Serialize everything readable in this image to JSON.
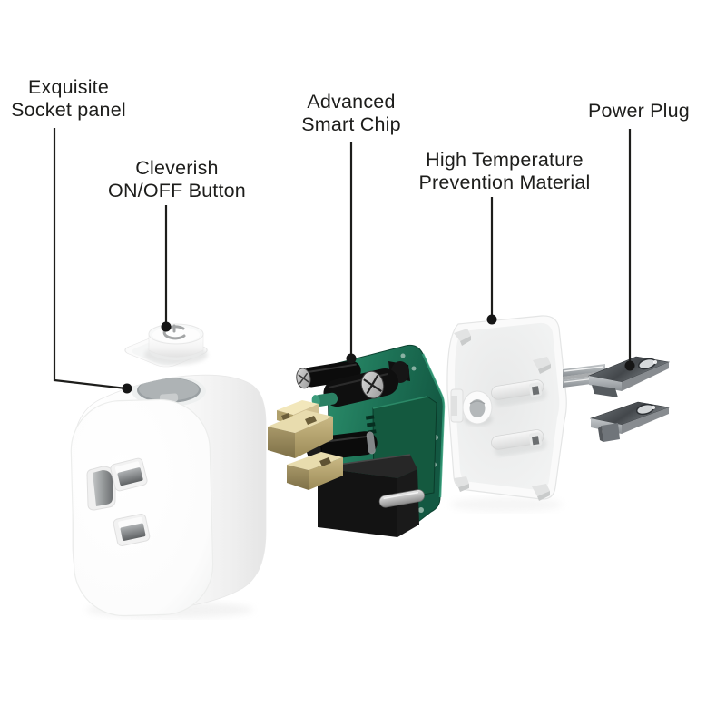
{
  "figure": {
    "kind": "exploded-product-diagram",
    "subject": "smart wifi plug"
  },
  "callouts": [
    {
      "id": "socket-panel",
      "lines": [
        "Exquisite",
        "Socket panel"
      ]
    },
    {
      "id": "onoff-button",
      "lines": [
        "Cleverish",
        "ON/OFF Button"
      ]
    },
    {
      "id": "smart-chip",
      "lines": [
        "Advanced",
        "Smart Chip"
      ]
    },
    {
      "id": "high-temp",
      "lines": [
        "High Temperature",
        "Prevention Material"
      ]
    },
    {
      "id": "power-plug",
      "lines": [
        "Power Plug"
      ]
    }
  ],
  "colors": {
    "background": "#ffffff",
    "label_text": "#1d1d1b",
    "callout_line": "#1d1d1b",
    "plastic_white": "#f7f7f7",
    "recess_gray": "#9aa0a3",
    "pcb_green": "#1d7256",
    "pcb_dark_green": "#14593f",
    "brass": "#e8dcae",
    "relay_black": "#131313",
    "metal_gray": "#53585c"
  }
}
